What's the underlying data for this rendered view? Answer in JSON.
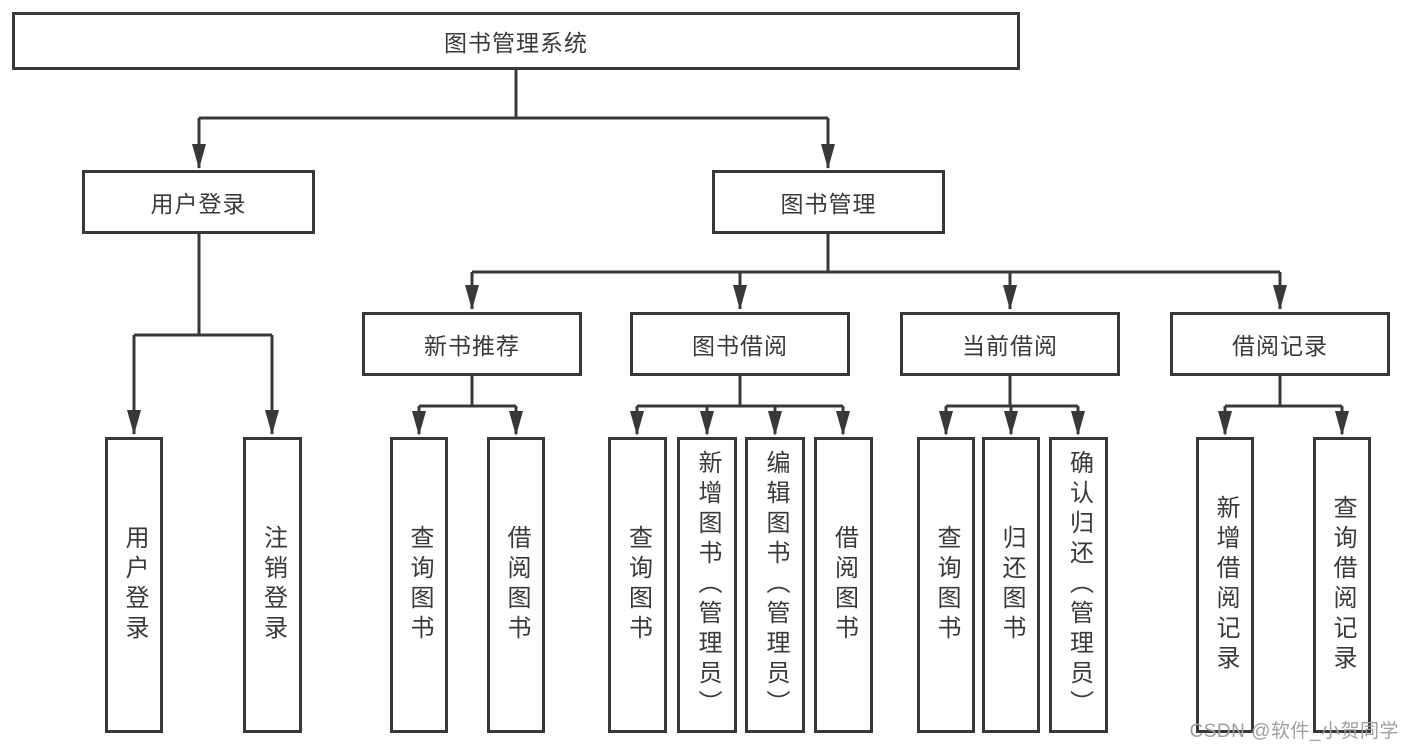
{
  "diagram": {
    "root": {
      "label": "图书管理系统"
    },
    "level2": [
      {
        "label": "用户登录"
      },
      {
        "label": "图书管理"
      }
    ],
    "level3": [
      {
        "label": "新书推荐",
        "parent": "图书管理"
      },
      {
        "label": "图书借阅",
        "parent": "图书管理"
      },
      {
        "label": "当前借阅",
        "parent": "图书管理"
      },
      {
        "label": "借阅记录",
        "parent": "图书管理"
      }
    ],
    "leaves": [
      {
        "group": "用户登录",
        "label": "用户登录"
      },
      {
        "group": "用户登录",
        "label": "注销登录"
      },
      {
        "group": "新书推荐",
        "label": "查询图书"
      },
      {
        "group": "新书推荐",
        "label": "借阅图书"
      },
      {
        "group": "图书借阅",
        "label": "查询图书"
      },
      {
        "group": "图书借阅",
        "label": "新增图书（管理员）"
      },
      {
        "group": "图书借阅",
        "label": "编辑图书（管理员）"
      },
      {
        "group": "图书借阅",
        "label": "借阅图书"
      },
      {
        "group": "当前借阅",
        "label": "查询图书"
      },
      {
        "group": "当前借阅",
        "label": "归还图书"
      },
      {
        "group": "当前借阅",
        "label": "确认归还（管理员）"
      },
      {
        "group": "借阅记录",
        "label": "新增借阅记录"
      },
      {
        "group": "借阅记录",
        "label": "查询借阅记录"
      }
    ]
  },
  "watermark": "CSDN @软件_小贺同学",
  "colors": {
    "line": "#383838",
    "node_border": "#383838",
    "text": "#3a3a3a",
    "watermark": "#9f9f9f",
    "background": "#ffffff"
  }
}
